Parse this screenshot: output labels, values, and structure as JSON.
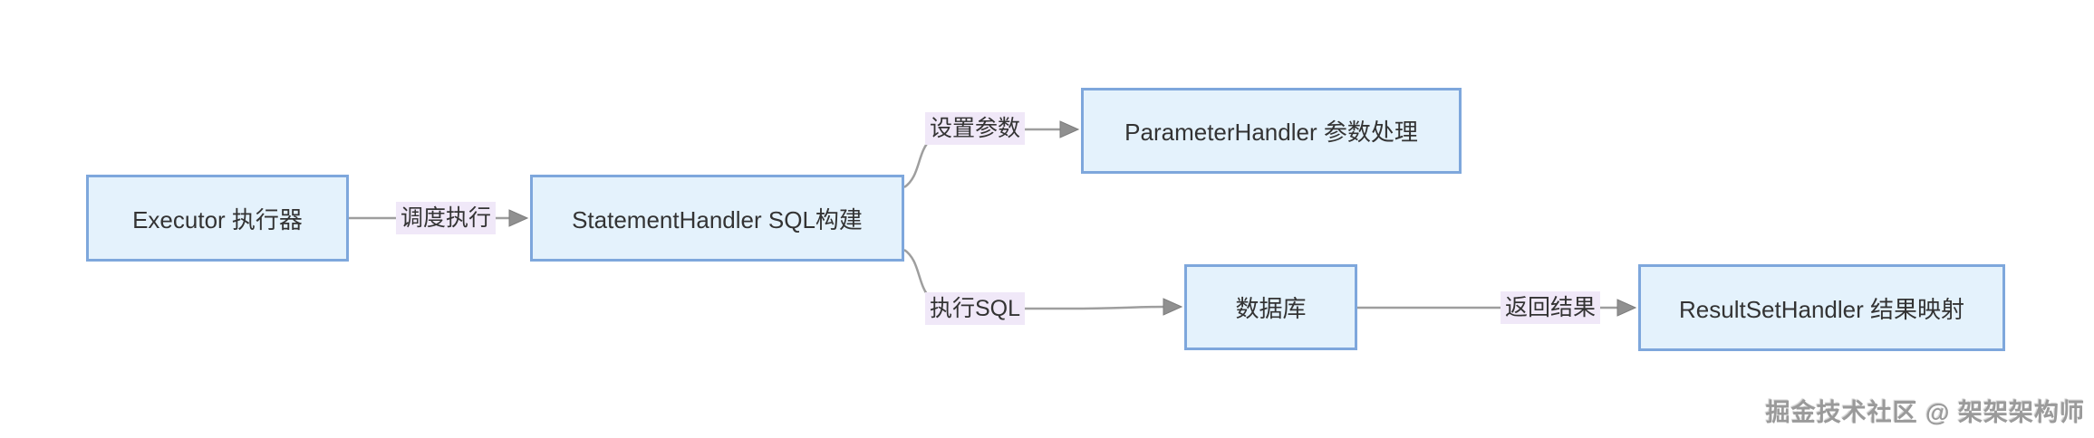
{
  "diagram": {
    "type": "flowchart-LR",
    "nodes": [
      {
        "id": "executor",
        "label": "Executor 执行器"
      },
      {
        "id": "statement_handler",
        "label": "StatementHandler SQL构建"
      },
      {
        "id": "parameter_handler",
        "label": "ParameterHandler 参数处理"
      },
      {
        "id": "database",
        "label": "数据库"
      },
      {
        "id": "resultset_handler",
        "label": "ResultSetHandler 结果映射"
      }
    ],
    "edges": [
      {
        "from": "executor",
        "to": "statement_handler",
        "label": "调度执行"
      },
      {
        "from": "statement_handler",
        "to": "parameter_handler",
        "label": "设置参数"
      },
      {
        "from": "statement_handler",
        "to": "database",
        "label": "执行SQL"
      },
      {
        "from": "database",
        "to": "resultset_handler",
        "label": "返回结果"
      }
    ],
    "colors": {
      "node_fill": "#e4f2fc",
      "node_border": "#7ea7dc",
      "edge_label_bg": "#f0e8f8",
      "edge_line": "#9e9e9e",
      "text": "#333333"
    }
  },
  "watermark": {
    "text": "掘金技术社区 @ 架架架构师"
  }
}
